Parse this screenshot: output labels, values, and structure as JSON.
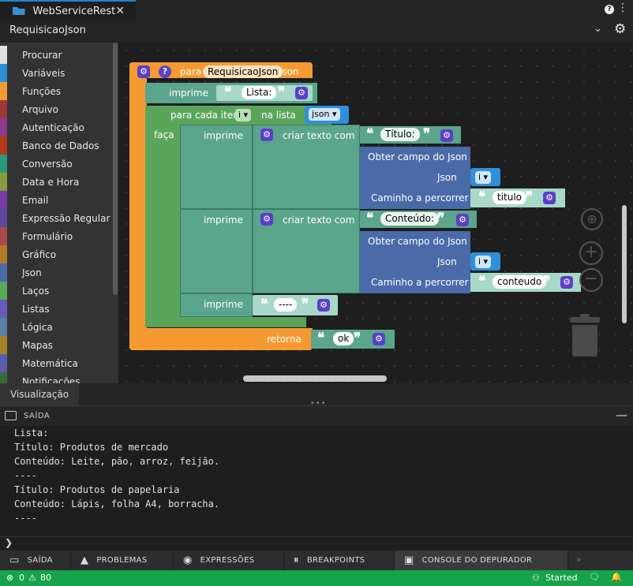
{
  "tab": {
    "title": "WebServiceRest",
    "close": "✕"
  },
  "header": {
    "title": "RequisicaoJson"
  },
  "sidebar": {
    "items": [
      {
        "label": "Procurar",
        "color": "#e0e0e0"
      },
      {
        "label": "Variáveis",
        "color": "#2f8fd8"
      },
      {
        "label": "Funções",
        "color": "#f59a32"
      },
      {
        "label": "Arquivo",
        "color": "#9b3a3a"
      },
      {
        "label": "Autenticação",
        "color": "#8e3a8e"
      },
      {
        "label": "Banco de Dados",
        "color": "#b33a1a"
      },
      {
        "label": "Conversão",
        "color": "#2a9a7a"
      },
      {
        "label": "Data e Hora",
        "color": "#8a9a3a"
      },
      {
        "label": "Email",
        "color": "#7a3aa8"
      },
      {
        "label": "Expressão Regular",
        "color": "#5a4a9a"
      },
      {
        "label": "Formulário",
        "color": "#a84a4a"
      },
      {
        "label": "Gráfico",
        "color": "#b37a2a"
      },
      {
        "label": "Json",
        "color": "#4a6aa8"
      },
      {
        "label": "Laços",
        "color": "#5aa85a"
      },
      {
        "label": "Listas",
        "color": "#6a5ab8"
      },
      {
        "label": "Lógica",
        "color": "#5a80a8"
      },
      {
        "label": "Mapas",
        "color": "#a8802a"
      },
      {
        "label": "Matemática",
        "color": "#5a5ab0"
      },
      {
        "label": "Notificações",
        "color": "#3a6a3a"
      }
    ]
  },
  "blocks": {
    "func_para": "para",
    "func_name": "RequisicaoJson",
    "func_param": "json",
    "imprime": "imprime",
    "lista_text": "Lista:",
    "para_cada": "para cada item",
    "var_i": "i",
    "na_lista": "na lista",
    "var_json": "json",
    "faca": "faça",
    "criar_texto": "criar texto com",
    "titulo_text": "Título:",
    "obter_campo": "Obter campo do Json",
    "json_label": "Json",
    "caminho": "Caminho a percorrer",
    "titulo_field": "titulo",
    "conteudo_text": "Conteúdo:",
    "conteudo_field": "conteudo",
    "sep_text": "----",
    "retorna": "retorna",
    "ok_text": "ok",
    "colors": {
      "function": "#f59a32",
      "print": "#5ba58c",
      "loop": "#5ba55b",
      "json": "#4a6aa8",
      "variable": "#2f8fd8",
      "cog": "#5a3fc9"
    }
  },
  "visualization_tab": "Visualização",
  "output": {
    "title": "SAÍDA",
    "lines": [
      "Lista:",
      "Título: Produtos de mercado",
      "Conteúdo: Leite, pão, arroz, feijão.",
      "----",
      "Título: Produtos de papelaria",
      "Conteúdo: Lápis, folha A4, borracha.",
      "----"
    ]
  },
  "panel_tabs": [
    {
      "label": "SAÍDA",
      "icon": "terminal-icon"
    },
    {
      "label": "PROBLEMAS",
      "icon": "warning-icon"
    },
    {
      "label": "EXPRESSÕES",
      "icon": "eye-icon"
    },
    {
      "label": "BREAKPOINTS",
      "icon": "pause-icon"
    },
    {
      "label": "CONSOLE DO DEPURADOR",
      "icon": "console-icon"
    }
  ],
  "status": {
    "errors": "0",
    "warnings": "80",
    "state": "Started"
  }
}
